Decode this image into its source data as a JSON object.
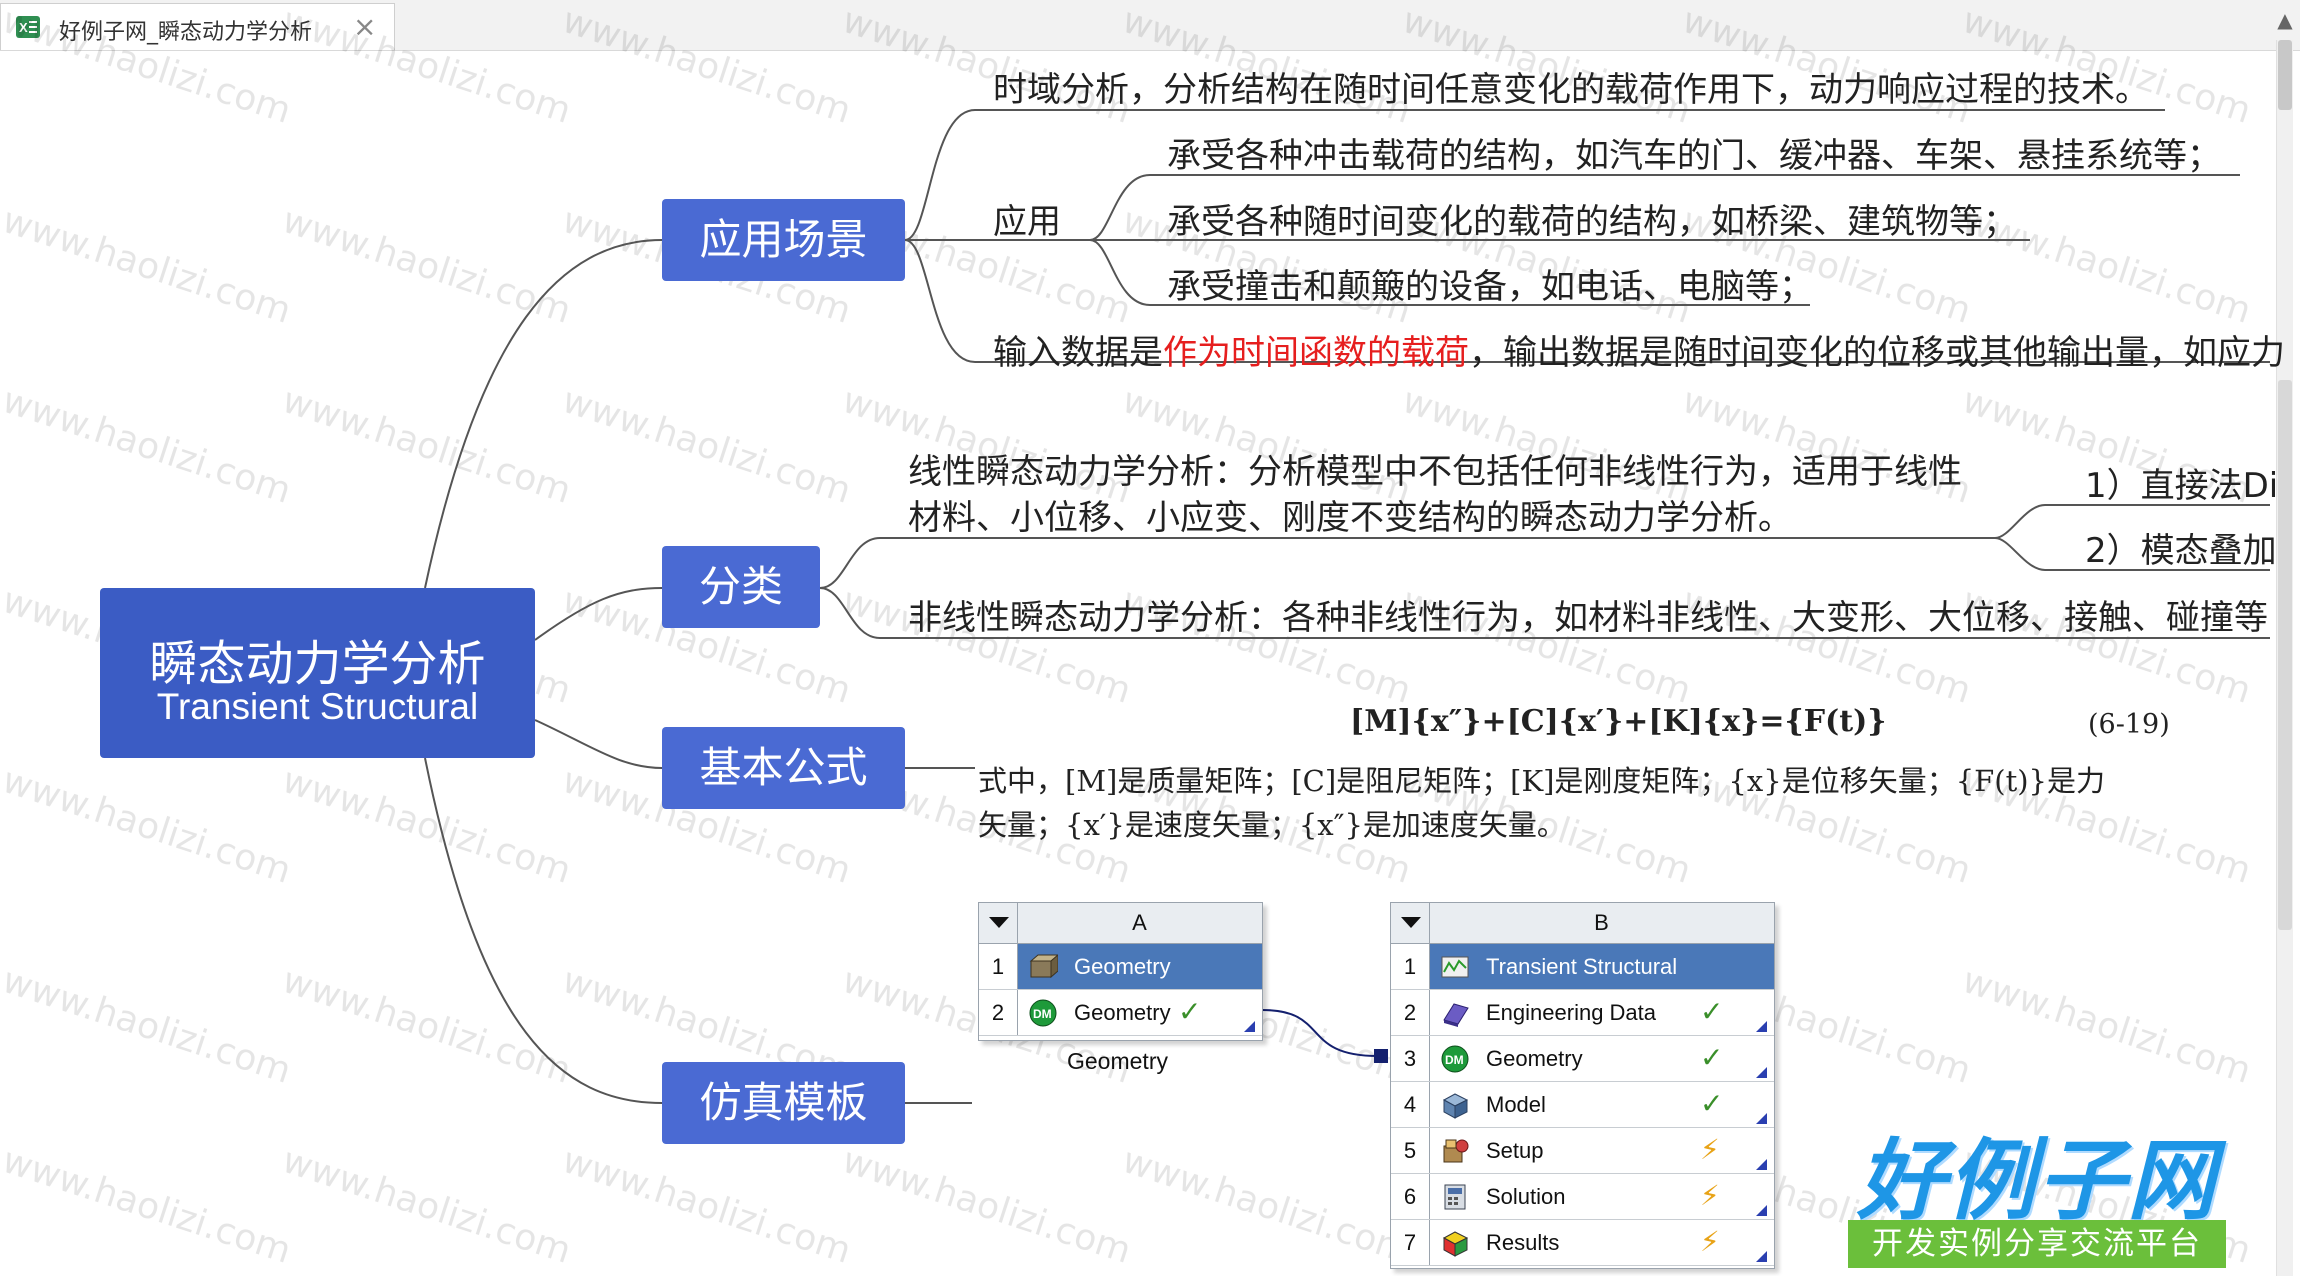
{
  "tab": {
    "title": "好例子网_瞬态动力学分析"
  },
  "watermark": "www.haolizi.com",
  "root": {
    "title_cn": "瞬态动力学分析",
    "title_en": "Transient Structural"
  },
  "categories": [
    {
      "label": "应用场景"
    },
    {
      "label": "分类"
    },
    {
      "label": "基本公式"
    },
    {
      "label": "仿真模板"
    }
  ],
  "scenes": {
    "definition": "时域分析，分析结构在随时间任意变化的载荷作用下，动力响应过程的技术。",
    "apply_label": "应用",
    "apply_items": [
      "承受各种冲击载荷的结构，如汽车的门、缓冲器、车架、悬挂系统等；",
      "承受各种随时间变化的载荷的结构，如桥梁、建筑物等；",
      "承受撞击和颠簸的设备，如电话、电脑等；"
    ],
    "io_prefix": "输入数据是",
    "io_highlight": "作为时间函数的载荷",
    "io_suffix": "，输出数据是随时间变化的位移或其他输出量，如应力"
  },
  "classification": {
    "linear_line1": "线性瞬态动力学分析：分析模型中不包括任何非线性行为，适用于线性",
    "linear_line2": "材料、小位移、小应变、刚度不变结构的瞬态动力学分析。",
    "methods": [
      "1）直接法Di",
      "2）模态叠加"
    ],
    "nonlinear": "非线性瞬态动力学分析：各种非线性行为，如材料非线性、大变形、大位移、接触、碰撞等"
  },
  "formula": {
    "equation": "[M]{x″}+[C]{x′}+[K]{x}={F(t)}",
    "number": "(6-19)",
    "desc_line1": "式中，[M]是质量矩阵；[C]是阻尼矩阵；[K]是刚度矩阵；{x}是位移矢量；{F(t)}是力",
    "desc_line2": "矢量；{x′}是速度矢量；{x″}是加速度矢量。"
  },
  "workbench": {
    "system_a": {
      "letter": "A",
      "caption": "Geometry",
      "rows": [
        {
          "num": "1",
          "label": "Geometry",
          "icon": "geometry-box-icon",
          "status": "",
          "selected": true
        },
        {
          "num": "2",
          "label": "Geometry",
          "icon": "designmodeler-icon",
          "status": "✓",
          "selected": false
        }
      ]
    },
    "system_b": {
      "letter": "B",
      "rows": [
        {
          "num": "1",
          "label": "Transient Structural",
          "icon": "transient-structural-icon",
          "status": "",
          "selected": true
        },
        {
          "num": "2",
          "label": "Engineering Data",
          "icon": "engineering-data-icon",
          "status": "✓",
          "selected": false
        },
        {
          "num": "3",
          "label": "Geometry",
          "icon": "designmodeler-icon",
          "status": "✓",
          "selected": false
        },
        {
          "num": "4",
          "label": "Model",
          "icon": "model-mesh-icon",
          "status": "✓",
          "selected": false
        },
        {
          "num": "5",
          "label": "Setup",
          "icon": "setup-icon",
          "status": "⚡",
          "selected": false
        },
        {
          "num": "6",
          "label": "Solution",
          "icon": "solution-icon",
          "status": "⚡",
          "selected": false
        },
        {
          "num": "7",
          "label": "Results",
          "icon": "results-icon",
          "status": "⚡",
          "selected": false
        }
      ]
    }
  },
  "logo": {
    "main": "好例子网",
    "sub": "开发实例分享交流平台"
  },
  "colors": {
    "node": "#4a6ad3",
    "root": "#3b5cc4",
    "highlight": "#e61e1e",
    "line": "#555555",
    "selected_row": "#4a78b8"
  }
}
